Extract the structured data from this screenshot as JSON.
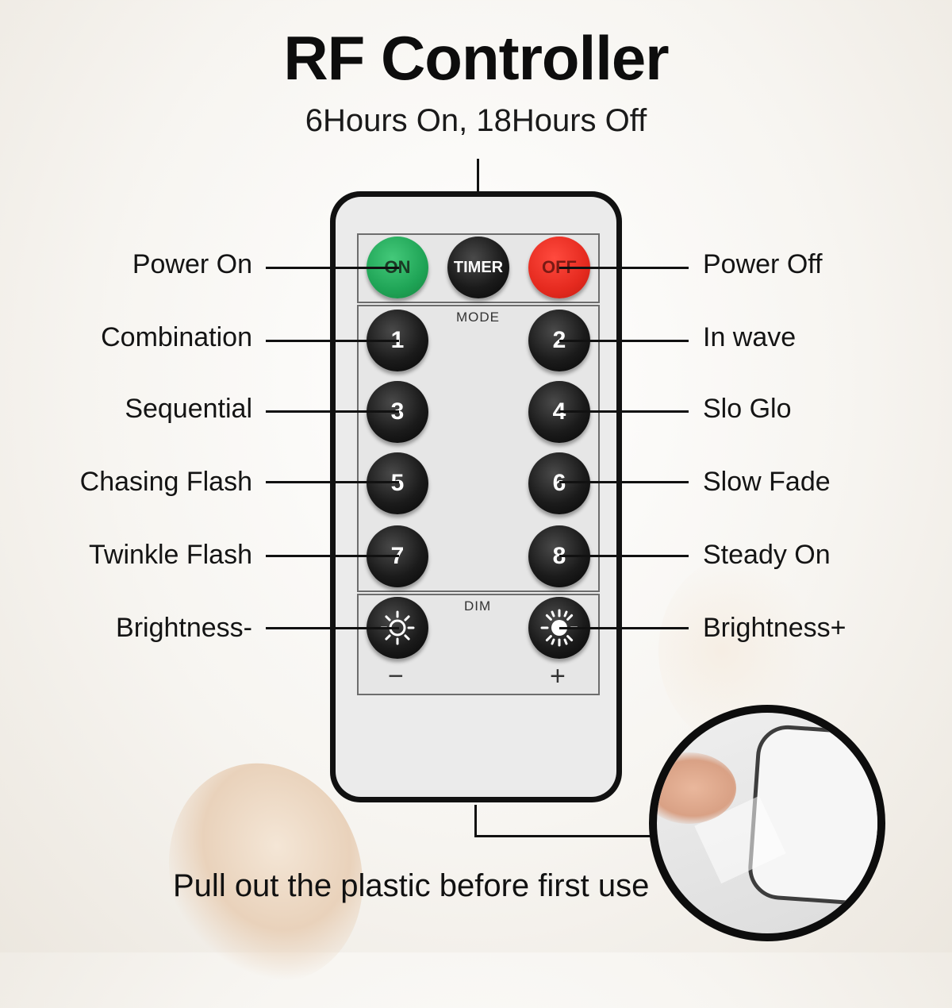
{
  "title": "RF Controller",
  "subtitle": "6Hours On, 18Hours Off",
  "remote": {
    "buttons": {
      "on": "ON",
      "timer": "TIMER",
      "off": "OFF",
      "mode_label": "MODE",
      "dim_label": "DIM",
      "numbers": [
        "1",
        "2",
        "3",
        "4",
        "5",
        "6",
        "7",
        "8"
      ],
      "minus": "−",
      "plus": "+"
    }
  },
  "labels": {
    "left": [
      "Power On",
      "Combination",
      "Sequential",
      "Chasing Flash",
      "Twinkle Flash",
      "Brightness-"
    ],
    "right": [
      "Power Off",
      "In wave",
      "Slo Glo",
      "Slow Fade",
      "Steady On",
      "Brightness+"
    ]
  },
  "footer": "Pull out the plastic before first use",
  "icons": {
    "brightness_down": "sun-outline-icon",
    "brightness_up": "sun-filled-icon"
  },
  "colors": {
    "on_button": "#1fa456",
    "off_button": "#e52a1f",
    "button_dark": "#1b1b1b"
  }
}
